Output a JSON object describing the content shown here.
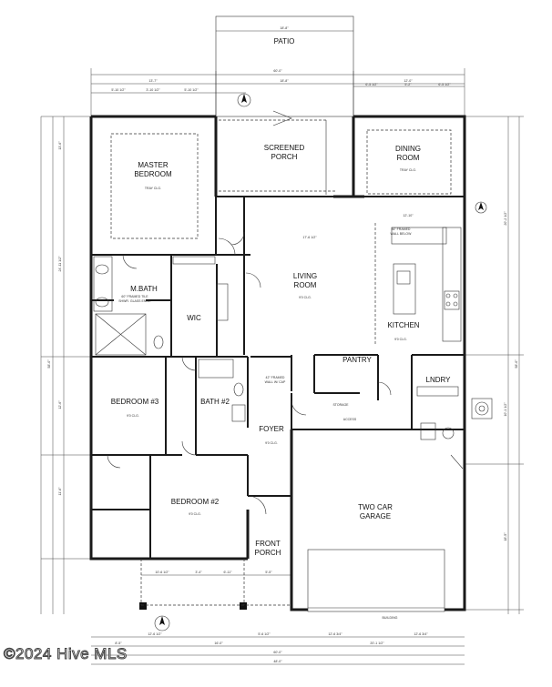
{
  "rooms": {
    "patio": "PATIO",
    "screened_porch_1": "SCREENED",
    "screened_porch_2": "PORCH",
    "master_bedroom_1": "MASTER",
    "master_bedroom_2": "BEDROOM",
    "dining_room_1": "DINING",
    "dining_room_2": "ROOM",
    "living_room_1": "LIVING",
    "living_room_2": "ROOM",
    "master_bath": "M.BATH",
    "wic": "WIC",
    "kitchen": "KITCHEN",
    "pantry": "PANTRY",
    "laundry": "LNDRY",
    "bedroom_3": "BEDROOM #3",
    "bath_2": "BATH #2",
    "foyer": "FOYER",
    "two_car_garage_1": "TWO CAR",
    "two_car_garage_2": "GARAGE",
    "bedroom_2": "BEDROOM #2",
    "front_porch_1": "FRONT",
    "front_porch_2": "PORCH"
  },
  "ceilings": {
    "master_tray": "TRAY CLG.",
    "dining_tray": "TRAY CLG.",
    "living_clg": "9'0 CLG.",
    "kitchen_clg": "9'0 CLG.",
    "bedroom3_clg": "9'0 CLG.",
    "foyer_clg": "9'0 CLG.",
    "bedroom2_clg": "9'0 CLG."
  },
  "annotations": {
    "shower_tile": "60\" FRAMED TILE",
    "shower_tile_2": "SHWR. GLASS ENCL.",
    "wall_below": "36\" FRAMED",
    "wall_below_2": "WALL BELOW",
    "half_wall": "42\" FRAMED",
    "half_wall_2": "WALL W/ CAP",
    "storage": "STORAGE",
    "attic_access": "ACCESS"
  },
  "dimensions": {
    "patio_width": "18'-8\"",
    "top_overall": "60'-0\"",
    "bottom_1": "60'-0\"",
    "bottom_2": "48'-0\"",
    "garage_width": "20'-1 1/2\"",
    "living_width": "17'-6 1/2\"",
    "dining_width": "12'-10\""
  },
  "watermark": "©2024 Hive MLS"
}
